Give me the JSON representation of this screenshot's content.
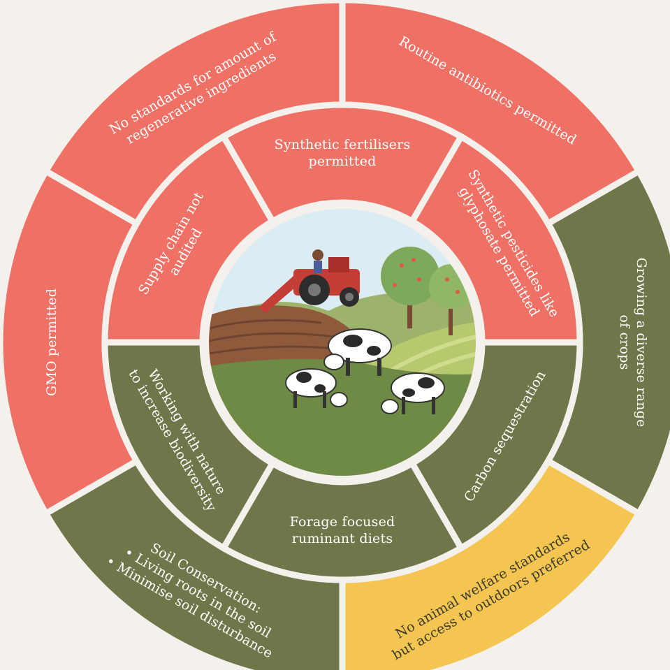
{
  "colors": {
    "background": "#f4f1ec",
    "negative": "#ef7166",
    "positive": "#6f774a",
    "neutral": "#f4c551",
    "separator": "#f4f1ec",
    "dark_text": "#3a3a2c"
  },
  "outer_ring": [
    {
      "id": "no-standards",
      "lines": [
        "No standards for amount of",
        "regenerative ingredients"
      ],
      "status": "negative"
    },
    {
      "id": "antibiotics",
      "lines": [
        "Routine antibiotics permitted"
      ],
      "status": "negative"
    },
    {
      "id": "diverse-crops",
      "lines": [
        "Growing a diverse range",
        "of crops"
      ],
      "status": "positive"
    },
    {
      "id": "animal-welfare",
      "lines": [
        "No animal welfare standards",
        "but access to outdoors preferred"
      ],
      "status": "neutral"
    },
    {
      "id": "soil-conservation",
      "lines": [
        "Soil Conservation:",
        "• Living roots in the soil",
        "• Minimise soil disturbance"
      ],
      "status": "positive"
    },
    {
      "id": "gmo",
      "lines": [
        "GMO permitted"
      ],
      "status": "negative"
    }
  ],
  "inner_ring": [
    {
      "id": "fertilisers",
      "lines": [
        "Synthetic fertilisers",
        "permitted"
      ],
      "status": "negative"
    },
    {
      "id": "pesticides",
      "lines": [
        "Synthetic pesticides like",
        "glyphosate permitted"
      ],
      "status": "negative"
    },
    {
      "id": "carbon",
      "lines": [
        "Carbon sequestration"
      ],
      "status": "positive"
    },
    {
      "id": "forage",
      "lines": [
        "Forage focused",
        "ruminant diets"
      ],
      "status": "positive"
    },
    {
      "id": "biodiversity",
      "lines": [
        "Working with nature",
        "to increase biodiversity"
      ],
      "status": "positive"
    },
    {
      "id": "supply-chain",
      "lines": [
        "Supply chain not",
        "audited"
      ],
      "status": "negative"
    }
  ]
}
